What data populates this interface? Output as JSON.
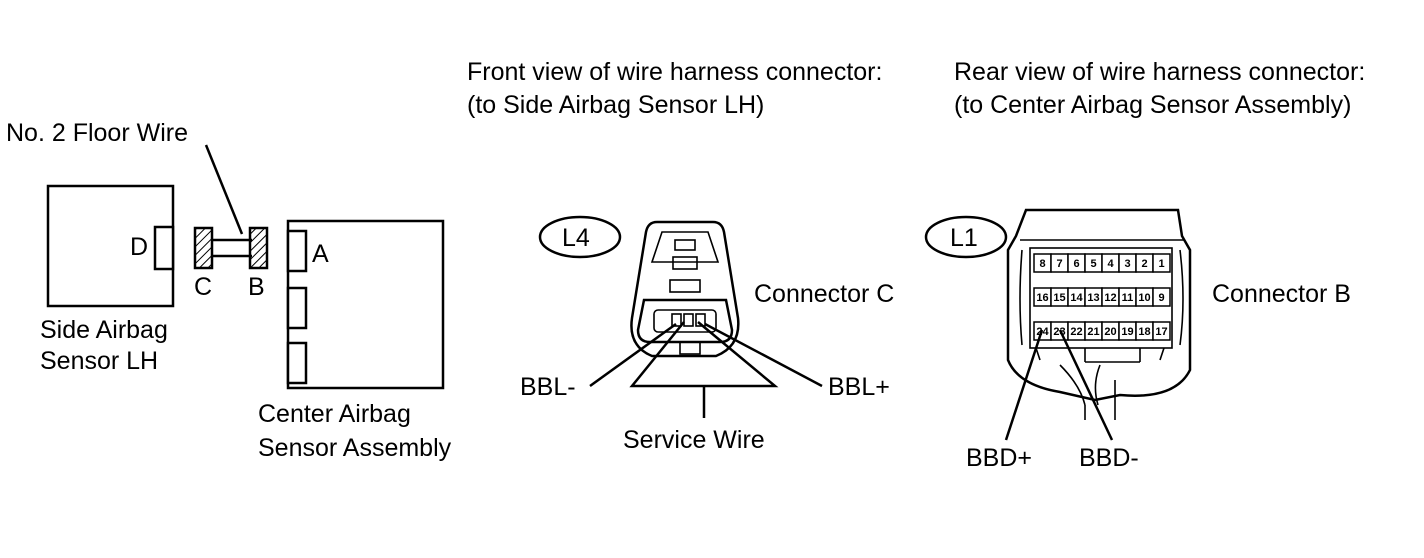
{
  "left": {
    "floor_wire_label": "No. 2 Floor Wire",
    "side_sensor_label_1": "Side Airbag",
    "side_sensor_label_2": "Sensor LH",
    "center_sensor_label_1": "Center Airbag",
    "center_sensor_label_2": "Sensor Assembly",
    "connector_d": "D",
    "connector_c": "C",
    "connector_b": "B",
    "connector_a": "A"
  },
  "front_view": {
    "title_1": "Front view of wire harness connector:",
    "title_2": "(to Side Airbag Sensor LH)",
    "code": "L4",
    "connector_name": "Connector C",
    "pin_minus": "BBL-",
    "pin_plus": "BBL+",
    "service_wire": "Service Wire"
  },
  "rear_view": {
    "title_1": "Rear view of wire harness connector:",
    "title_2": "(to Center Airbag Sensor Assembly)",
    "code": "L1",
    "connector_name": "Connector B",
    "pin_plus": "BBD+",
    "pin_minus": "BBD-",
    "pins_row1": [
      "8",
      "7",
      "6",
      "5",
      "4",
      "3",
      "2",
      "1"
    ],
    "pins_row2": [
      "16",
      "15",
      "14",
      "13",
      "12",
      "11",
      "10",
      "9"
    ],
    "pins_row3": [
      "24",
      "23",
      "22",
      "21",
      "20",
      "19",
      "18",
      "17"
    ]
  }
}
